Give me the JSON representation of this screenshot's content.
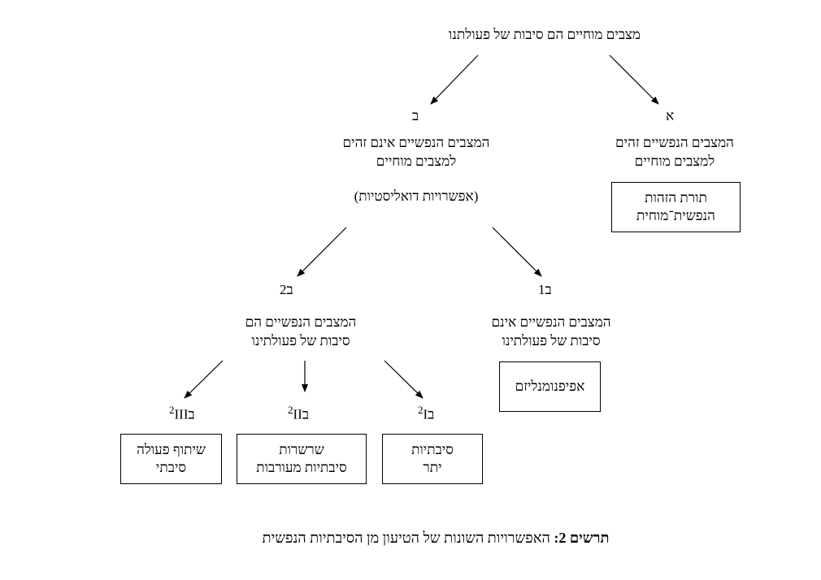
{
  "root": {
    "text": "מצבים מוחיים הם סיבות של פעולתנו"
  },
  "branch_a": {
    "letter": "א",
    "line1": "המצבים הנפשיים זהים",
    "line2": "למצבים מוחיים",
    "box_line1": "תורת הזהות",
    "box_line2": "הנפשית־מוחית"
  },
  "branch_b": {
    "letter": "ב",
    "line1": "המצבים הנפשיים אינם זהים",
    "line2": "למצבים מוחיים",
    "note": "(אפשרויות דואליסטיות)"
  },
  "branch_b1": {
    "letter": "ב",
    "index": "1",
    "line1": "המצבים הנפשיים אינם",
    "line2": "סיבות של פעולתינו",
    "box": "אפיפנומנליזם"
  },
  "branch_b2": {
    "letter": "ב",
    "index": "2",
    "line1": "המצבים הנפשיים הם",
    "line2": "סיבות של פעולתינו",
    "children": [
      {
        "letter": "ב",
        "sup": "2",
        "roman": "I",
        "box_line1": "סיבתיות",
        "box_line2": "יתר"
      },
      {
        "letter": "ב",
        "sup": "2",
        "roman": "II",
        "box_line1": "שרשרות",
        "box_line2": "סיבתיות מעורבות"
      },
      {
        "letter": "ב",
        "sup": "2",
        "roman": "III",
        "box_line1": "שיתוף פעולה",
        "box_line2": "סיבתי"
      }
    ]
  },
  "caption": {
    "bold": "תרשים 2:",
    "text": "האפשרויות השונות של הטיעון מן הסיבתיות הנפשית"
  }
}
